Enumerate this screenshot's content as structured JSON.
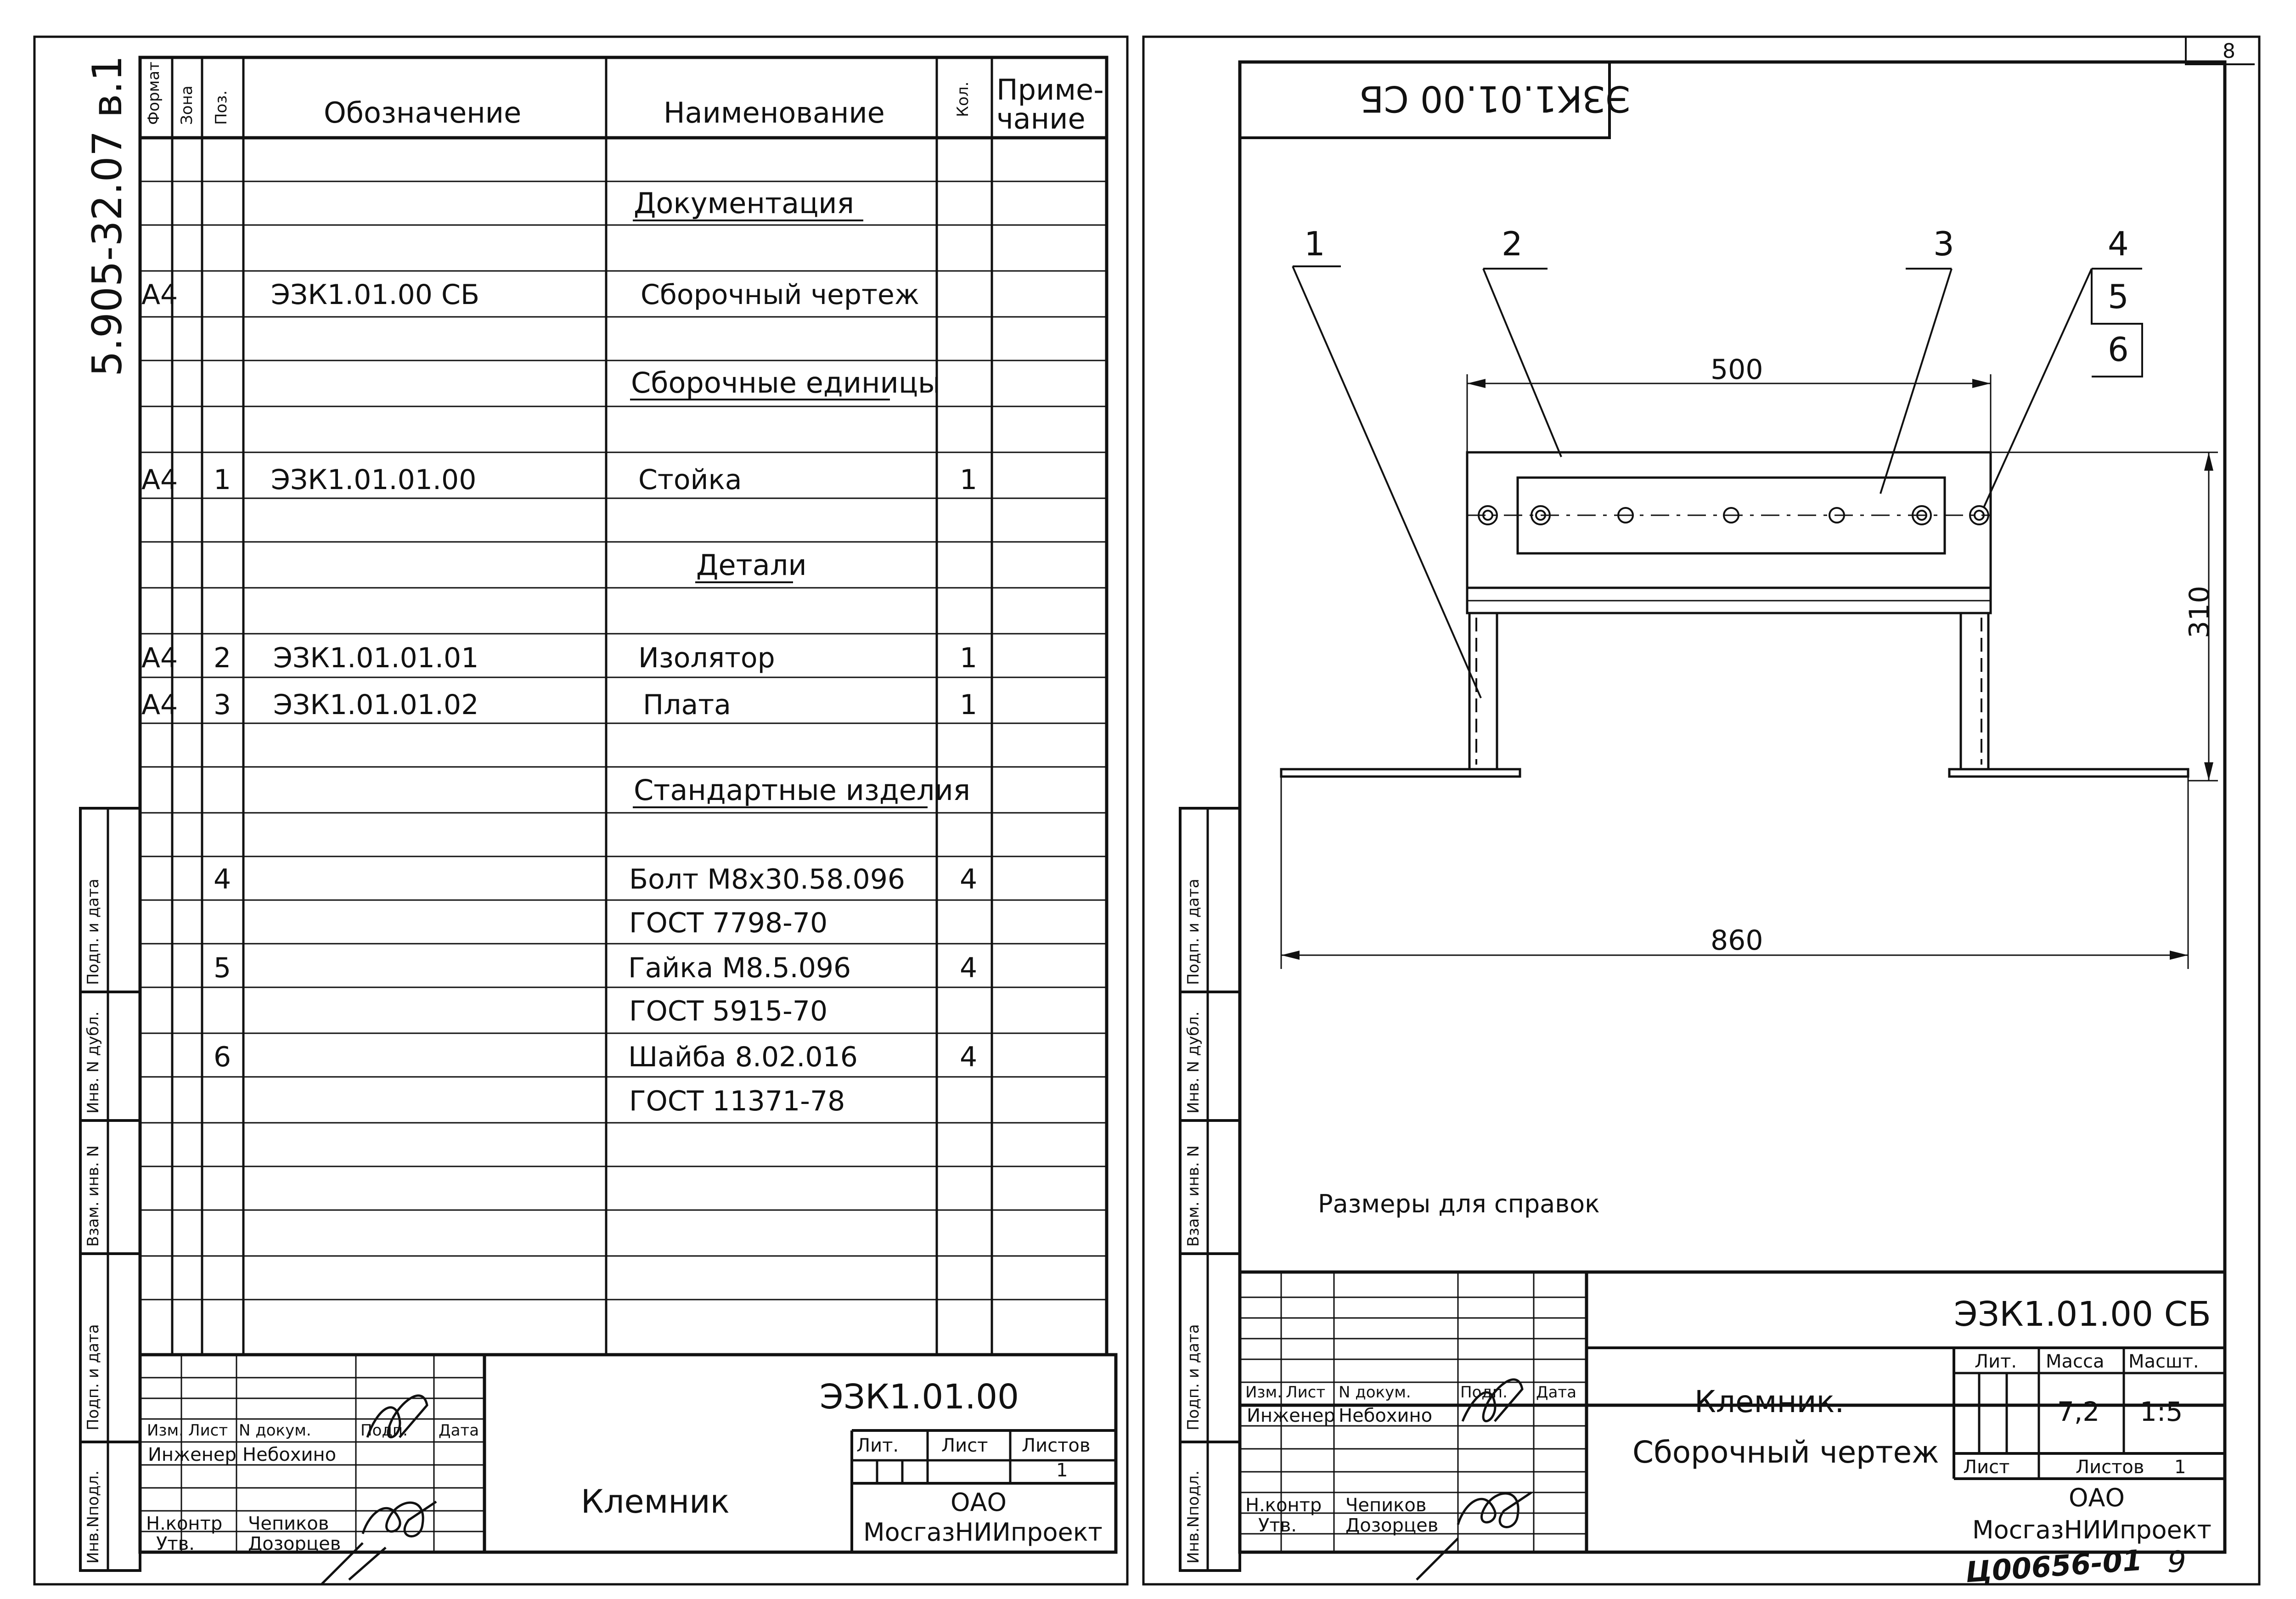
{
  "side_code": "5.905-32.07  в.1",
  "sheet_num": "8",
  "sheet_num_bottom": "9",
  "archive_stamp": "Ц00656-01",
  "spec": {
    "headers": {
      "format": "Формат",
      "zone": "Зона",
      "pos": "Поз.",
      "designation": "Обозначение",
      "name": "Наименование",
      "qty": "Кол.",
      "note_line1": "Приме-",
      "note_line2": "чание"
    },
    "section_documentation": "Документация",
    "section_assembly_units": "Сборочные единицы",
    "section_details": "Детали",
    "section_standard": "Стандартные изделия",
    "rows": [
      {
        "format": "А4",
        "pos": "",
        "designation": "ЭЗК1.01.00 СБ",
        "name": "Сборочный чертеж",
        "qty": ""
      },
      {
        "format": "А4",
        "pos": "1",
        "designation": "ЭЗК1.01.01.00",
        "name": "Стойка",
        "qty": "1"
      },
      {
        "format": "А4",
        "pos": "2",
        "designation": "ЭЗК1.01.01.01",
        "name": "Изолятор",
        "qty": "1"
      },
      {
        "format": "А4",
        "pos": "3",
        "designation": "ЭЗК1.01.01.02",
        "name": "Плата",
        "qty": "1"
      },
      {
        "format": "",
        "pos": "4",
        "designation": "",
        "name": "Болт М8х30.58.096",
        "qty": "4"
      },
      {
        "format": "",
        "pos": "",
        "designation": "",
        "name": "ГОСТ 7798-70",
        "qty": ""
      },
      {
        "format": "",
        "pos": "5",
        "designation": "",
        "name": "Гайка М8.5.096",
        "qty": "4"
      },
      {
        "format": "",
        "pos": "",
        "designation": "",
        "name": "ГОСТ 5915-70",
        "qty": ""
      },
      {
        "format": "",
        "pos": "6",
        "designation": "",
        "name": "Шайба 8.02.016",
        "qty": "4"
      },
      {
        "format": "",
        "pos": "",
        "designation": "",
        "name": "ГОСТ 11371-78",
        "qty": ""
      }
    ]
  },
  "margin_labels": {
    "sign_date": "Подп. и дата",
    "inv_dubl": "Инв. N дубл.",
    "vzam_inv": "Взам. инв. N",
    "inv_podl": "Инв.Nподл."
  },
  "left_title_block": {
    "code": "ЭЗК1.01.00",
    "title": "Клемник",
    "col_izm": "Изм.",
    "col_list": "Лист",
    "col_ndok": "N докум.",
    "col_podp": "Подп.",
    "col_data": "Дата",
    "role_engineer": "Инженер",
    "name_engineer": "Небохино",
    "role_nkontr": "Н.контр",
    "name_nkontr": "Чепиков",
    "role_utv": "Утв.",
    "name_utv": "Дозорцев",
    "lit_label": "Лит.",
    "list_label": "Лист",
    "listov_label": "Листов",
    "listov_value": "1",
    "org_line1": "ОАО",
    "org_line2": "МосгазНИИпроект"
  },
  "drawing": {
    "top_code_mirrored": "ЭЗК1.01.00 СБ",
    "callouts": [
      "1",
      "2",
      "3",
      "4",
      "5",
      "6"
    ],
    "dim_500": "500",
    "dim_310": "310",
    "dim_860": "860",
    "note": "Размеры для справок"
  },
  "right_title_block": {
    "code": "ЭЗК1.01.00 СБ",
    "title_line1": "Клемник.",
    "title_line2": "Сборочный чертеж",
    "lit_label": "Лит.",
    "mass_label": "Масса",
    "scale_label": "Масшт.",
    "mass_value": "7,2",
    "scale_value": "1:5",
    "list_label": "Лист",
    "listov_label": "Листов",
    "listov_value": "1",
    "col_izm": "Изм.",
    "col_list": "Лист",
    "col_ndok": "N докум.",
    "col_podp": "Подп.",
    "col_data": "Дата",
    "role_engineer": "Инженер",
    "name_engineer": "Небохино",
    "role_nkontr": "Н.контр",
    "name_nkontr": "Чепиков",
    "role_utv": "Утв.",
    "name_utv": "Дозорцев",
    "org_line1": "ОАО",
    "org_line2": "МосгазНИИпроект"
  }
}
